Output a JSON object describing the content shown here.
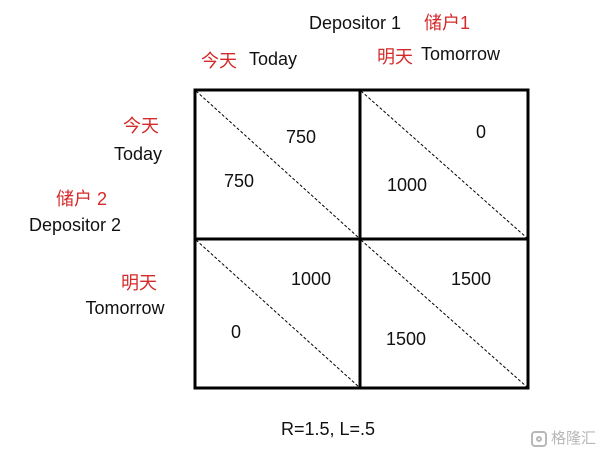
{
  "depositor1": {
    "label_en": "Depositor 1",
    "label_cn": "储户1",
    "today_cn": "今天",
    "today_en": "Today",
    "tomorrow_cn": "明天",
    "tomorrow_en": "Tomorrow"
  },
  "depositor2": {
    "label_cn": "储户 2",
    "label_en": "Depositor 2",
    "today_cn": "今天",
    "today_en": "Today",
    "tomorrow_cn": "明天",
    "tomorrow_en": "Tomorrow"
  },
  "payoffs": {
    "today_today": {
      "depositor1": "750",
      "depositor2": "750"
    },
    "today_tomorrow": {
      "depositor1": "0",
      "depositor2": "1000"
    },
    "tomorrow_today": {
      "depositor1": "1000",
      "depositor2": "0"
    },
    "tomorrow_tomorrow": {
      "depositor1": "1500",
      "depositor2": "1500"
    }
  },
  "parameters": "R=1.5, L=.5",
  "watermark": "格隆汇",
  "colors": {
    "chinese_text": "#d42a2a",
    "text": "#111111",
    "grid": "#000000",
    "watermark": "#b8b8b8"
  }
}
